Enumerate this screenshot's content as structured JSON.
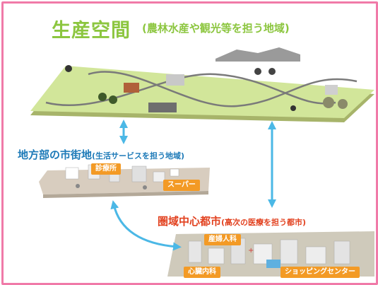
{
  "production": {
    "title": "生産空間",
    "subtitle": "(農林水産や観光等を担う地域)"
  },
  "local_town": {
    "title": "地方部の市街地",
    "subtitle": "(生活サービスを担う地域)",
    "tags": [
      "診療所",
      "スーパー"
    ]
  },
  "regional_city": {
    "title": "圏域中心都市",
    "subtitle": "(高次の医療を担う都市)",
    "tags": [
      "産婦人科",
      "心臓内科",
      "ショッピングセンター"
    ]
  },
  "colors": {
    "frame": "#f07aa8",
    "field": "#d2e69a",
    "production_title": "#8cc63f",
    "local_title": "#1d7ab8",
    "regional_title": "#e2411f",
    "tag": "#f39a25",
    "arrow": "#4bb8e6"
  }
}
